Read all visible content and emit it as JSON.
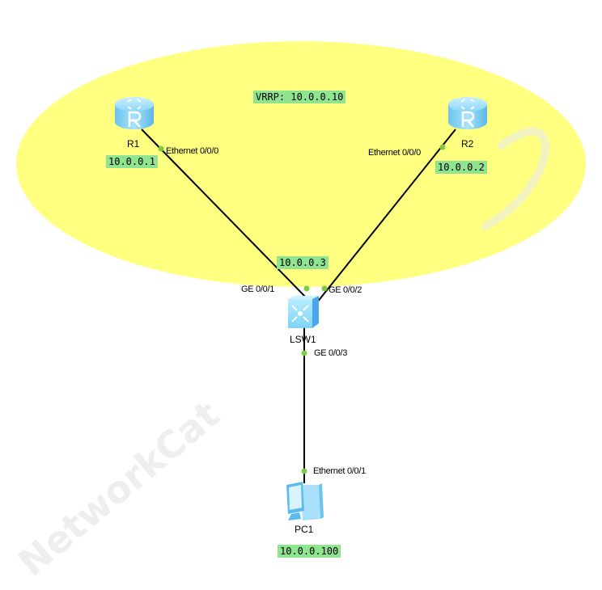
{
  "colors": {
    "zone_fill": "#ffff80",
    "ip_label_bg": "#8fe48f",
    "port_dot": "#7dc940",
    "link": "#000000",
    "device_blue": "#7ccff5"
  },
  "zone": {
    "label": "VRRP: 10.0.0.10"
  },
  "watermark": {
    "text": "NetworkCat"
  },
  "devices": {
    "r1": {
      "name": "R1",
      "icon": "router-icon",
      "ip": "10.0.0.1"
    },
    "r2": {
      "name": "R2",
      "icon": "router-icon",
      "ip": "10.0.0.2"
    },
    "lsw1": {
      "name": "LSW1",
      "icon": "switch-icon",
      "ip": "10.0.0.3"
    },
    "pc1": {
      "name": "PC1",
      "icon": "pc-icon",
      "ip": "10.0.0.100"
    }
  },
  "ports": {
    "r1_eth": "Ethernet 0/0/0",
    "r2_eth": "Ethernet 0/0/0",
    "lsw1_ge1": "GE 0/0/1",
    "lsw1_ge2": "GE 0/0/2",
    "lsw1_ge3": "GE 0/0/3",
    "pc1_eth": "Ethernet 0/0/1"
  }
}
